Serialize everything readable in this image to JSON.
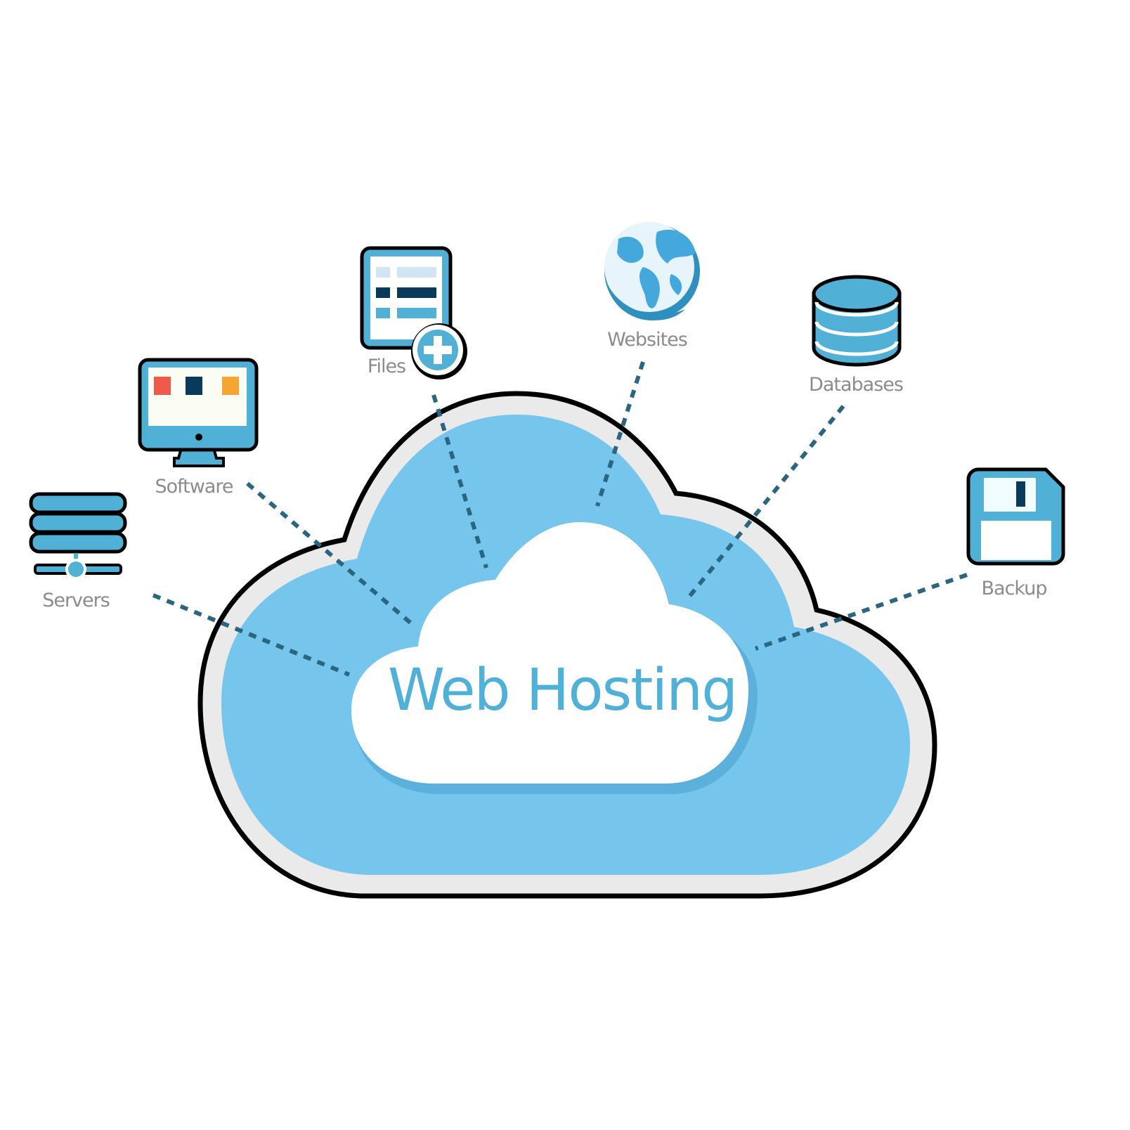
{
  "title": "Web Hosting",
  "nodes": [
    {
      "id": "servers",
      "label": "Servers",
      "icon": "server-stack-icon"
    },
    {
      "id": "software",
      "label": "Software",
      "icon": "monitor-icon"
    },
    {
      "id": "files",
      "label": "Files",
      "icon": "file-add-icon"
    },
    {
      "id": "websites",
      "label": "Websites",
      "icon": "globe-icon"
    },
    {
      "id": "databases",
      "label": "Databases",
      "icon": "database-icon"
    },
    {
      "id": "backup",
      "label": "Backup",
      "icon": "floppy-disk-icon"
    }
  ],
  "colors": {
    "cloud_outer": "#eaeaea",
    "cloud_blue": "#76c5ec",
    "icon_blue": "#50b0d6",
    "title": "#4fb0d8",
    "connector": "#2a6680",
    "label": "#8c8c8c",
    "dark_navy": "#0a3a5a",
    "red": "#f05a4a",
    "orange": "#f7a532"
  }
}
